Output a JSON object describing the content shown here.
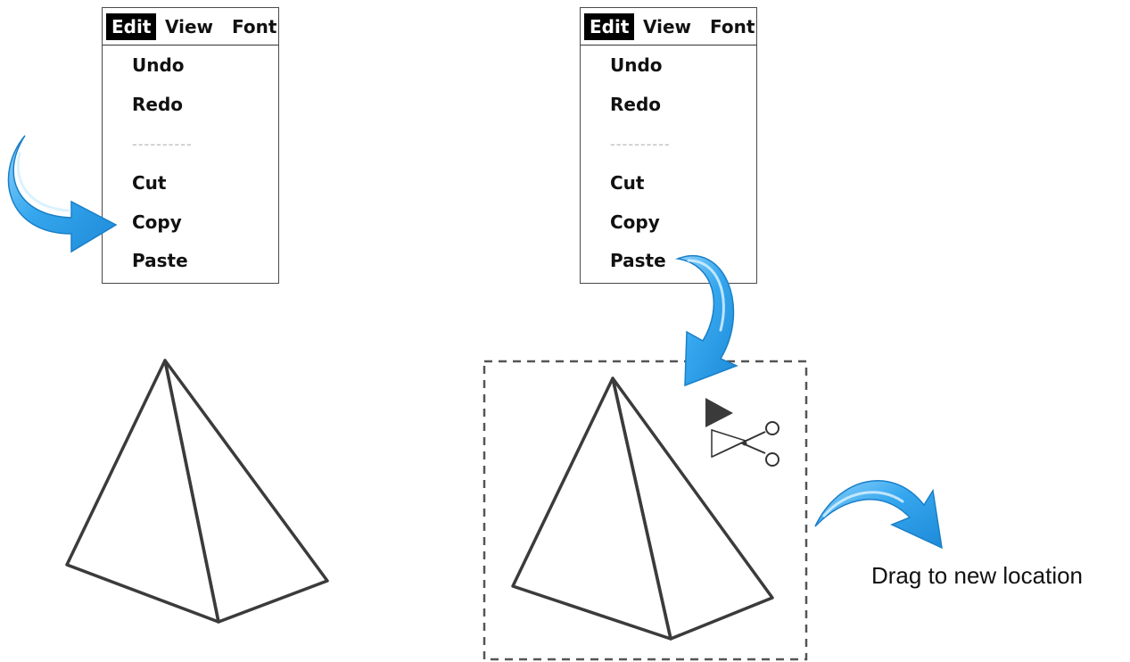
{
  "menus": {
    "left": {
      "bar": {
        "edit": "Edit",
        "view": "View",
        "font": "Font"
      },
      "items": {
        "undo": "Undo",
        "redo": "Redo",
        "separator": "----------",
        "cut": "Cut",
        "copy": "Copy",
        "paste": "Paste"
      }
    },
    "right": {
      "bar": {
        "edit": "Edit",
        "view": "View",
        "font": "Font"
      },
      "items": {
        "undo": "Undo",
        "redo": "Redo",
        "separator": "----------",
        "cut": "Cut",
        "copy": "Copy",
        "paste": "Paste"
      }
    }
  },
  "caption": "Drag to new location",
  "colors": {
    "arrow": "#3aa9ee",
    "arrow_highlight": "#bfe6fd",
    "outline": "#3b3b3b",
    "menu_highlight": "#000000"
  },
  "icons": [
    "curved-arrow-icon",
    "cursor-arrow-icon",
    "scissors-icon"
  ]
}
